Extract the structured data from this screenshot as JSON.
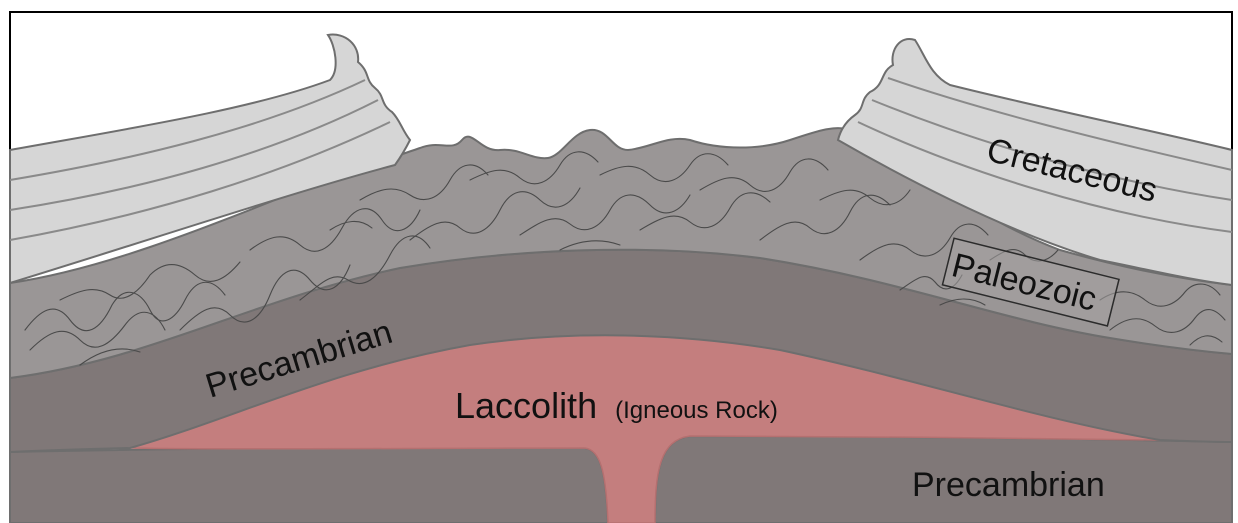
{
  "labels": {
    "cretaceous": "Cretaceous",
    "paleozoic": "Paleozoic",
    "precambrian_upper": "Precambrian",
    "precambrian_lower": "Precambrian",
    "laccolith_main": "Laccolith",
    "laccolith_sub": "(Igneous Rock)"
  },
  "colors": {
    "cretaceous": "#d6d6d6",
    "paleozoic": "#9a9696",
    "precambrian": "#807878",
    "laccolith": "#c47e7e",
    "outline": "#6e6e6e"
  }
}
